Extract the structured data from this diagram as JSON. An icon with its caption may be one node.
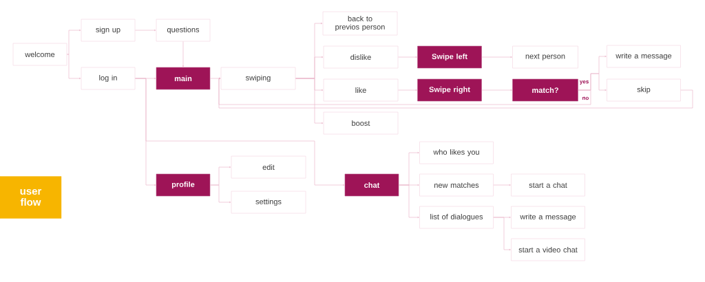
{
  "diagram": {
    "title": "user flow",
    "nodes": [
      {
        "text": [
          "welcome"
        ]
      },
      {
        "text": [
          "sign up"
        ]
      },
      {
        "text": [
          "log in"
        ]
      },
      {
        "text": [
          "questions"
        ]
      },
      {
        "text": [
          "main"
        ]
      },
      {
        "text": [
          "swiping"
        ]
      },
      {
        "text": [
          "back to previos person"
        ]
      },
      {
        "text": [
          "dislike"
        ]
      },
      {
        "text": [
          "like"
        ]
      },
      {
        "text": [
          "boost"
        ]
      },
      {
        "text": [
          "Swipe left"
        ]
      },
      {
        "text": [
          "Swipe right"
        ]
      },
      {
        "text": [
          "next person"
        ]
      },
      {
        "text": [
          "match?"
        ]
      },
      {
        "text": [
          "write a message"
        ]
      },
      {
        "text": [
          "skip"
        ]
      },
      {
        "text": [
          "profile"
        ]
      },
      {
        "text": [
          "edit"
        ]
      },
      {
        "text": [
          "settings"
        ]
      },
      {
        "text": [
          "chat"
        ]
      },
      {
        "text": [
          "who likes you"
        ]
      },
      {
        "text": [
          "new matches"
        ]
      },
      {
        "text": [
          "list of dialogues"
        ]
      },
      {
        "text": [
          "start a chat"
        ]
      },
      {
        "text": [
          "write a message"
        ]
      },
      {
        "text": [
          "start a video chat"
        ]
      }
    ],
    "edges": [
      {
        "from": 0,
        "to": 1,
        "arrow": "to"
      },
      {
        "from": 0,
        "to": 2,
        "arrow": "to"
      },
      {
        "from": 1,
        "to": 3,
        "arrow": "to"
      },
      {
        "from": 3,
        "to": 4,
        "arrow": "to"
      },
      {
        "from": 2,
        "to": 4,
        "arrow": "to"
      },
      {
        "from": 2,
        "to": 16,
        "arrow": "to"
      },
      {
        "from": 2,
        "to": 19,
        "arrow": "to"
      },
      {
        "from": 4,
        "to": 5,
        "arrow": "to"
      },
      {
        "from": 5,
        "to": 6,
        "arrow": "to"
      },
      {
        "from": 5,
        "to": 7,
        "arrow": "to"
      },
      {
        "from": 5,
        "to": 8,
        "arrow": "to"
      },
      {
        "from": 5,
        "to": 9,
        "arrow": "to"
      },
      {
        "from": 7,
        "to": 10,
        "arrow": "to"
      },
      {
        "from": 8,
        "to": 11,
        "arrow": "to"
      },
      {
        "from": 10,
        "to": 12,
        "arrow": "to"
      },
      {
        "from": 11,
        "to": 13,
        "arrow": "to"
      },
      {
        "from": 13,
        "to": 14,
        "label": "yes",
        "arrow": "to"
      },
      {
        "from": 13,
        "to": 15,
        "arrow": "to"
      },
      {
        "from": 13,
        "to": 5,
        "label": "no",
        "arrow": "to"
      },
      {
        "from": 15,
        "to": 5,
        "arrow": "to"
      },
      {
        "from": 16,
        "to": 17,
        "arrow": "to"
      },
      {
        "from": 16,
        "to": 18,
        "arrow": "to"
      },
      {
        "from": 19,
        "to": 20,
        "arrow": "to"
      },
      {
        "from": 19,
        "to": 21,
        "arrow": "to"
      },
      {
        "from": 19,
        "to": 22,
        "arrow": "to"
      },
      {
        "from": 21,
        "to": 23,
        "arrow": "to"
      },
      {
        "from": 22,
        "to": 24,
        "arrow": "to"
      },
      {
        "from": 22,
        "to": 25,
        "arrow": "to"
      }
    ]
  }
}
